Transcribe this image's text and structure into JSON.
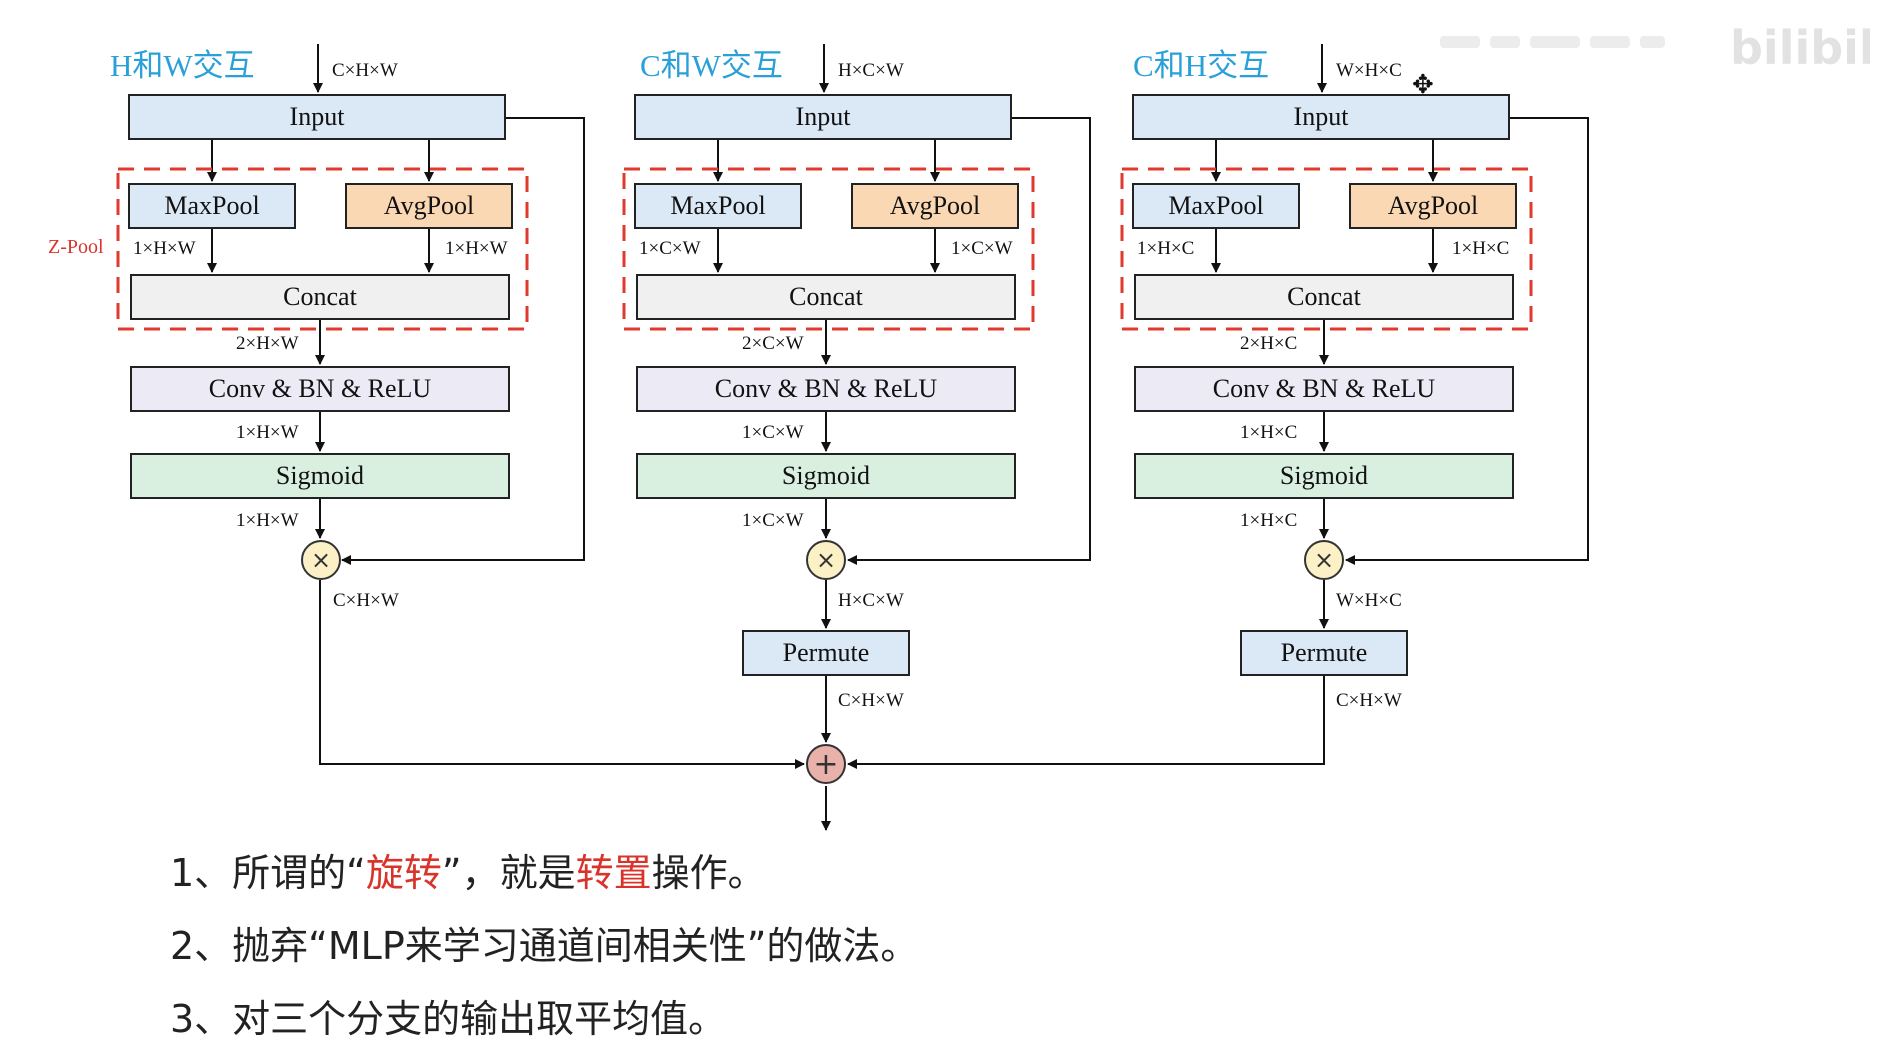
{
  "branches": [
    {
      "title": "H和W交互",
      "input_dim": "C×H×W",
      "input": "Input",
      "maxpool": "MaxPool",
      "avgpool": "AvgPool",
      "pool_dim_left": "1×H×W",
      "pool_dim_right": "1×H×W",
      "concat": "Concat",
      "concat_dim": "2×H×W",
      "conv": "Conv & BN & ReLU",
      "conv_dim": "1×H×W",
      "sigmoid": "Sigmoid",
      "sig_dim": "1×H×W",
      "mult_dim": "C×H×W"
    },
    {
      "title": "C和W交互",
      "input_dim": "H×C×W",
      "input": "Input",
      "maxpool": "MaxPool",
      "avgpool": "AvgPool",
      "pool_dim_left": "1×C×W",
      "pool_dim_right": "1×C×W",
      "concat": "Concat",
      "concat_dim": "2×C×W",
      "conv": "Conv & BN & ReLU",
      "conv_dim": "1×C×W",
      "sigmoid": "Sigmoid",
      "sig_dim": "1×C×W",
      "mult_dim": "H×C×W",
      "permute": "Permute",
      "permute_dim": "C×H×W"
    },
    {
      "title": "C和H交互",
      "input_dim": "W×H×C",
      "input": "Input",
      "maxpool": "MaxPool",
      "avgpool": "AvgPool",
      "pool_dim_left": "1×H×C",
      "pool_dim_right": "1×H×C",
      "concat": "Concat",
      "concat_dim": "2×H×C",
      "conv": "Conv & BN & ReLU",
      "conv_dim": "1×H×C",
      "sigmoid": "Sigmoid",
      "sig_dim": "1×H×C",
      "mult_dim": "W×H×C",
      "permute": "Permute",
      "permute_dim": "C×H×W"
    }
  ],
  "zpool_label": "Z-Pool",
  "mult_symbol": "×",
  "plus_symbol": "+",
  "notes": [
    {
      "pre": "1、所谓的“",
      "hl1": "旋转",
      "mid": "”，就是",
      "hl2": "转置",
      "post": "操作。"
    },
    {
      "text": "2、抛弃“MLP来学习通道间相关性”的做法。"
    },
    {
      "text": "3、对三个分支的输出取平均值。"
    }
  ],
  "watermark": "bilibili",
  "colors": {
    "title": "#2aa0d8",
    "zpool": "#d9342b",
    "highlight": "#d9342b",
    "input": "#dbe9f6",
    "avgpool": "#fbd8b4",
    "sigmoid": "#d9efe0",
    "conv": "#eceaf5",
    "concat": "#f0f0f0",
    "mult": "#fbf0c6",
    "plus": "#e8b2ab"
  }
}
